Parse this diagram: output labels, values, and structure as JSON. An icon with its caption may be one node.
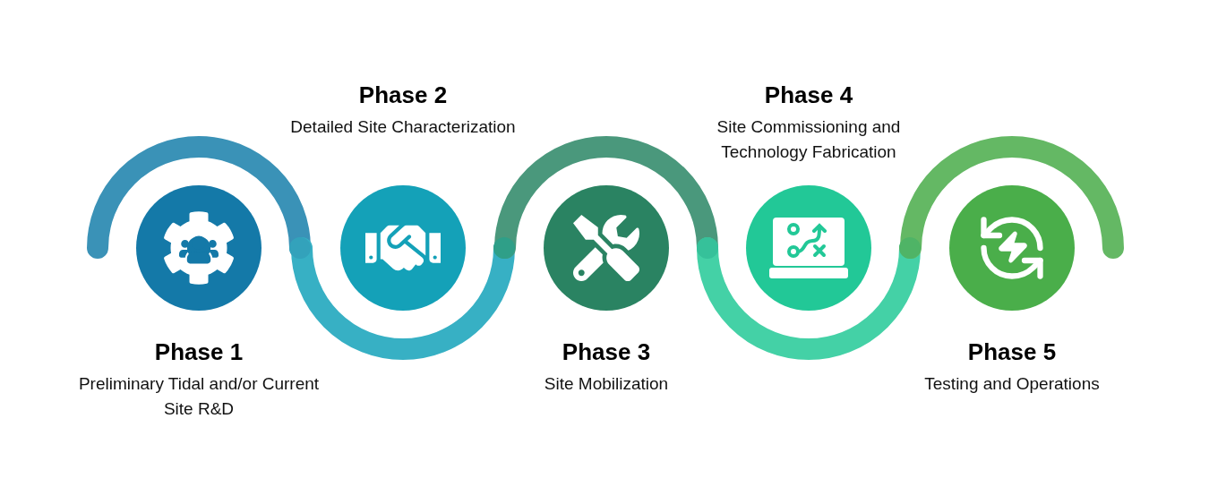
{
  "diagram": {
    "nodes": [
      {
        "text": [
          "Phase 1",
          "Preliminary Tidal and/or Current Site R&D"
        ]
      },
      {
        "text": [
          "Phase 2",
          "Detailed Site Characterization"
        ]
      },
      {
        "text": [
          "Phase 3",
          "Site Mobilization"
        ]
      },
      {
        "text": [
          "Phase 4",
          "Site Commissioning and Technology Fabrication"
        ]
      },
      {
        "text": [
          "Phase 5",
          "Testing and Operations"
        ]
      }
    ]
  }
}
